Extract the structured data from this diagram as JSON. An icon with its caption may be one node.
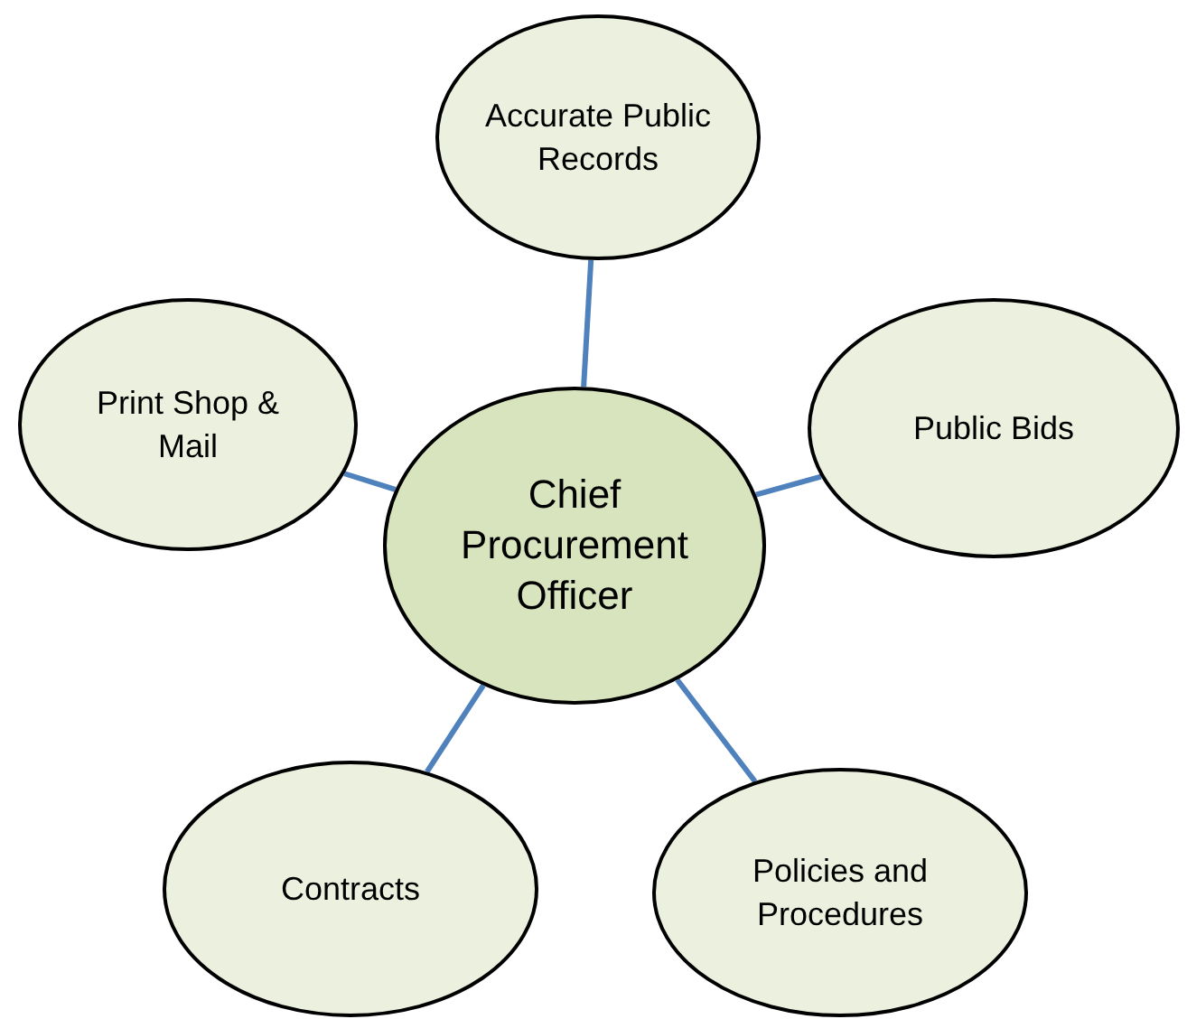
{
  "diagram": {
    "nodes": [
      {
        "text": [
          "Chief Procurement Officer"
        ]
      },
      {
        "text": [
          "Accurate Public Records"
        ]
      },
      {
        "text": [
          "Print Shop & Mail"
        ]
      },
      {
        "text": [
          "Public Bids"
        ]
      },
      {
        "text": [
          "Contracts"
        ]
      },
      {
        "text": [
          "Policies and Procedures"
        ]
      }
    ],
    "edges": [
      {
        "from": 0,
        "to": 1,
        "arrow": "none"
      },
      {
        "from": 0,
        "to": 2,
        "arrow": "none"
      },
      {
        "from": 0,
        "to": 3,
        "arrow": "none"
      },
      {
        "from": 0,
        "to": 4,
        "arrow": "none"
      },
      {
        "from": 0,
        "to": 5,
        "arrow": "none"
      }
    ]
  }
}
